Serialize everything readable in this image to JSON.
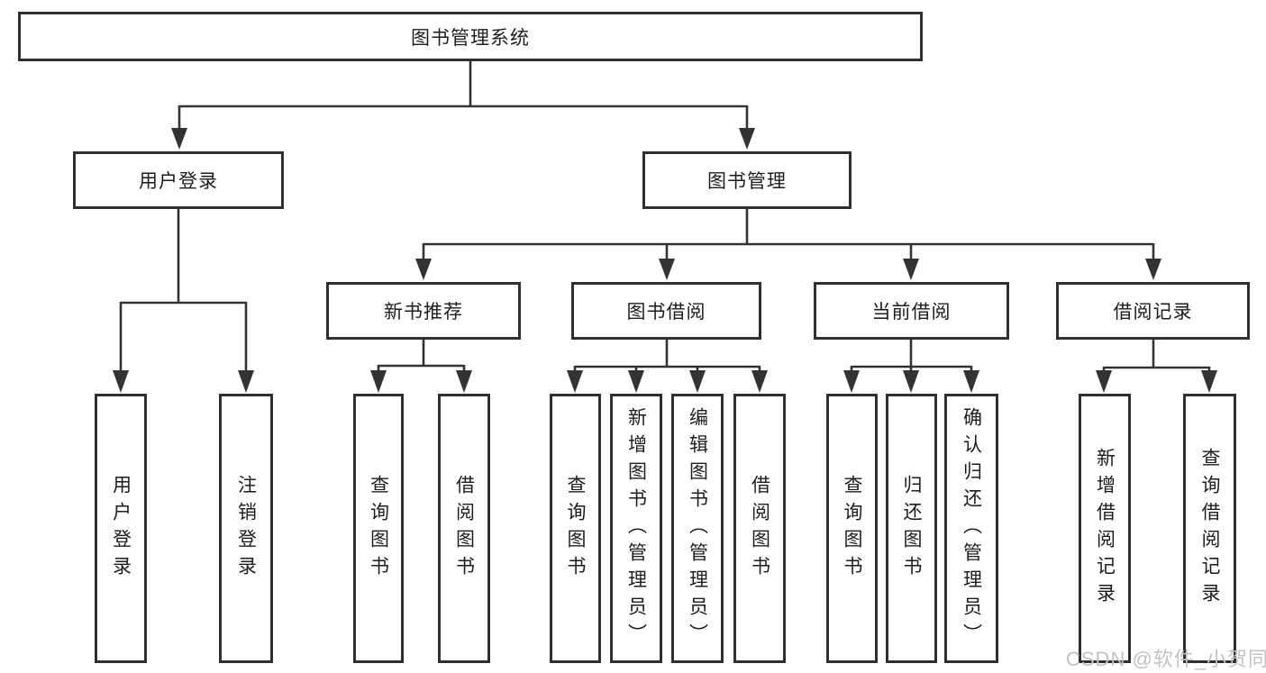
{
  "diagram": {
    "title_node": "图书管理系统",
    "level2": {
      "user_login": "用户登录",
      "book_mgmt": "图书管理"
    },
    "level3": {
      "new_book_rec": "新书推荐",
      "book_borrow": "图书借阅",
      "current_borrow": "当前借阅",
      "borrow_records": "借阅记录"
    },
    "leaves": {
      "user_login": "用户登录",
      "logout": "注销登录",
      "rec_query_books": "查询图书",
      "rec_borrow_books": "借阅图书",
      "borrow_query_books": "查询图书",
      "borrow_add_books": "新增图书（管理员）",
      "borrow_edit_books": "编辑图书（管理员）",
      "borrow_borrow_books": "借阅图书",
      "cur_query_books": "查询图书",
      "cur_return_books": "归还图书",
      "cur_confirm_return": "确认归还（管理员）",
      "records_add": "新增借阅记录",
      "records_query": "查询借阅记录"
    }
  },
  "colors": {
    "line": "#333333",
    "box_border": "#2f2f2f",
    "text": "#1d1d1d",
    "watermark": "#c2c2c2",
    "background": "#ffffff"
  },
  "watermark": "CSDN @软件_小贺同学"
}
